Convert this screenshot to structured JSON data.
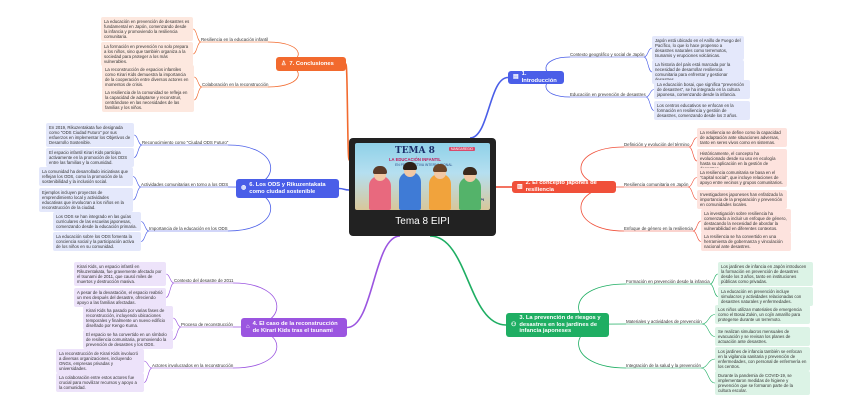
{
  "center": {
    "title": "Tema 8 EIPI",
    "cover_title": "TEMA 8",
    "cover_subtitle": "LA EDUCACIÓN INFANTIL",
    "cover_caption": "EN PERSPECTIVA INTERNACIONAL",
    "cover_badge": "MANGAREGIO",
    "cover_mark": "EIPI"
  },
  "branches": [
    {
      "id": "conclusiones",
      "label": "7. Conclusiones",
      "color": "#f26a2e",
      "icon": "person-icon",
      "subs": [
        {
          "label": "Resiliencia en la educación infantil",
          "notes": [
            "La educación en prevención de desastres es fundamental en Japón, comenzando desde la infancia y promoviendo la resiliencia comunitaria.",
            "La formación en prevención no solo prepara a los niños, sino que también organiza a la sociedad para proteger a los más vulnerables."
          ]
        },
        {
          "label": "Colaboración en la reconstrucción",
          "notes": [
            "La reconstrucción de espacios infantiles como Kirari Kids demuestra la importancia de la cooperación entre diversos actores en momentos de crisis.",
            "La resiliencia de la comunidad se refleja en la capacidad de adaptarse y reconstruir, centrándose en las necesidades de las familias y los niños."
          ]
        }
      ]
    },
    {
      "id": "ods",
      "label": "6. Los ODS y Rikuzentakata como ciudad sostenible",
      "color": "#4a5ee8",
      "icon": "earth-icon",
      "subs": [
        {
          "label": "Reconocimiento como \"Ciudad ODS Futuro\"",
          "notes": [
            "En 2019, Rikuzentakata fue designada como \"ODS Ciudad Futuro\" por sus esfuerzos en implementar los Objetivos de Desarrollo Sostenible.",
            "El espacio infantil Kirari Kids participa activamente en la promoción de los ODS entre las familias y la comunidad."
          ]
        },
        {
          "label": "Actividades comunitarias en torno a los ODS",
          "notes": [
            "La comunidad ha desarrollado iniciativas que reflejan los ODS, como la promoción de la sostenibilidad y la inclusión social.",
            "Ejemplos incluyen proyectos de emprendimiento local y actividades educativas que involucran a los niños en la reconstrucción de la ciudad."
          ]
        },
        {
          "label": "Importancia de la educación en los ODS",
          "notes": [
            "Los ODS se han integrado en las guías curriculares de las escuelas japonesas, comenzando desde la educación primaria.",
            "La educación sobre los ODS fomenta la conciencia social y la participación activa de los niños en su comunidad."
          ]
        }
      ]
    },
    {
      "id": "kirari",
      "label": "4. El caso de la reconstrucción de Kirari Kids tras el tsunami",
      "color": "#9b55e0",
      "icon": "house-icon",
      "subs": [
        {
          "label": "Contexto del desastre de 2011",
          "notes": [
            "Kirari Kids, un espacio infantil en Rikuzentakata, fue gravemente afectado por el tsunami de 2011, que causó miles de muertos y destrucción masiva.",
            "A pesar de la devastación, el espacio reabrió un mes después del desastre, ofreciendo apoyo a las familias afectadas."
          ]
        },
        {
          "label": "Proceso de reconstrucción",
          "notes": [
            "Kirari Kids ha pasado por varias fases de reconstrucción, incluyendo ubicaciones temporales y finalmente un nuevo edificio diseñado por Kengo Kuma.",
            "El espacio se ha convertido en un símbolo de resiliencia comunitaria, promoviendo la prevención de desastres y los ODS."
          ]
        },
        {
          "label": "Actores involucrados en la reconstrucción",
          "notes": [
            "La reconstrucción de Kirari Kids involucró a diversas organizaciones, incluyendo ONGs, empresas privadas y universidades.",
            "La colaboración entre estos actores fue crucial para movilizar recursos y apoyo a la comunidad."
          ]
        }
      ]
    },
    {
      "id": "intro",
      "label": "1. Introducción",
      "color": "#4a5ee8",
      "icon": "book-icon",
      "subs": [
        {
          "label": "Contexto geográfico y social de Japón",
          "notes": [
            "Japón está ubicado en el Anillo de Fuego del Pacífico, lo que lo hace propenso a desastres naturales como terremotos, tsunamis y erupciones volcánicas.",
            "La historia del país está marcada por la necesidad de desarrollar resiliencia comunitaria para enfrentar y gestionar desastres."
          ]
        },
        {
          "label": "Educación en prevención de desastres",
          "notes": [
            "La educación bosai, que significa \"prevención de desastres\", se ha integrado en la cultura japonesa, comenzando desde la infancia.",
            "Los centros educativos se enfocan en la formación en resiliencia y gestión de desastres, comenzando desde los 3 años."
          ]
        }
      ]
    },
    {
      "id": "resiliencia",
      "label": "2. El concepto japonés de resiliencia",
      "color": "#f0503a",
      "icon": "building-icon",
      "subs": [
        {
          "label": "Definición y evolución del término",
          "notes": [
            "La resiliencia se define como la capacidad de adaptación ante situaciones adversas, tanto en seres vivos como en sistemas.",
            "Históricamente, el concepto ha evolucionado desde su uso en ecología hasta su aplicación en la gestión de desastres."
          ]
        },
        {
          "label": "Resiliencia comunitaria en Japón",
          "notes": [
            "La resiliencia comunitaria se basa en el \"capital social\", que incluye relaciones de apoyo entre vecinos y grupos comunitarios.",
            "Investigadores japoneses han enfatizado la importancia de la preparación y prevención en comunidades locales."
          ]
        },
        {
          "label": "Enfoque de género en la resiliencia",
          "notes": [
            "La investigación sobre resiliencia ha comenzado a incluir un enfoque de género, destacando la necesidad de abordar la vulnerabilidad en diferentes contextos.",
            "La resiliencia se ha convertido en una herramienta de gobernanza y vinculación nacional ante desastres."
          ]
        }
      ]
    },
    {
      "id": "prevencion",
      "label": "3. La prevención de riesgos y desastres en los jardines de infancia japoneses",
      "color": "#1fae63",
      "icon": "people-icon",
      "subs": [
        {
          "label": "Formación en prevención desde la infancia",
          "notes": [
            "Los jardines de infancia en Japón introducen la formación en prevención de desastres desde los 3 años, tanto en instituciones públicas como privadas.",
            "La educación en prevención incluye simulacros y actividades relacionadas con desastres naturales y enfermedades."
          ]
        },
        {
          "label": "Materiales y actividades de prevención",
          "notes": [
            "Los niños utilizan materiales de emergencia como el Bosai Zukin, un cojín amarillo para protegerse durante un terremoto.",
            "Se realizan simulacros mensuales de evacuación y se revisan los planes de actuación ante desastres."
          ]
        },
        {
          "label": "Integración de la salud y la prevención",
          "notes": [
            "Los jardines de infancia también se enfocan en la vigilancia sanitaria y prevención de enfermedades, con personal de enfermería en los centros.",
            "Durante la pandemia de COVID-19, se implementaron medidas de higiene y prevención que se formaron parte de la cultura escolar."
          ]
        }
      ]
    }
  ]
}
